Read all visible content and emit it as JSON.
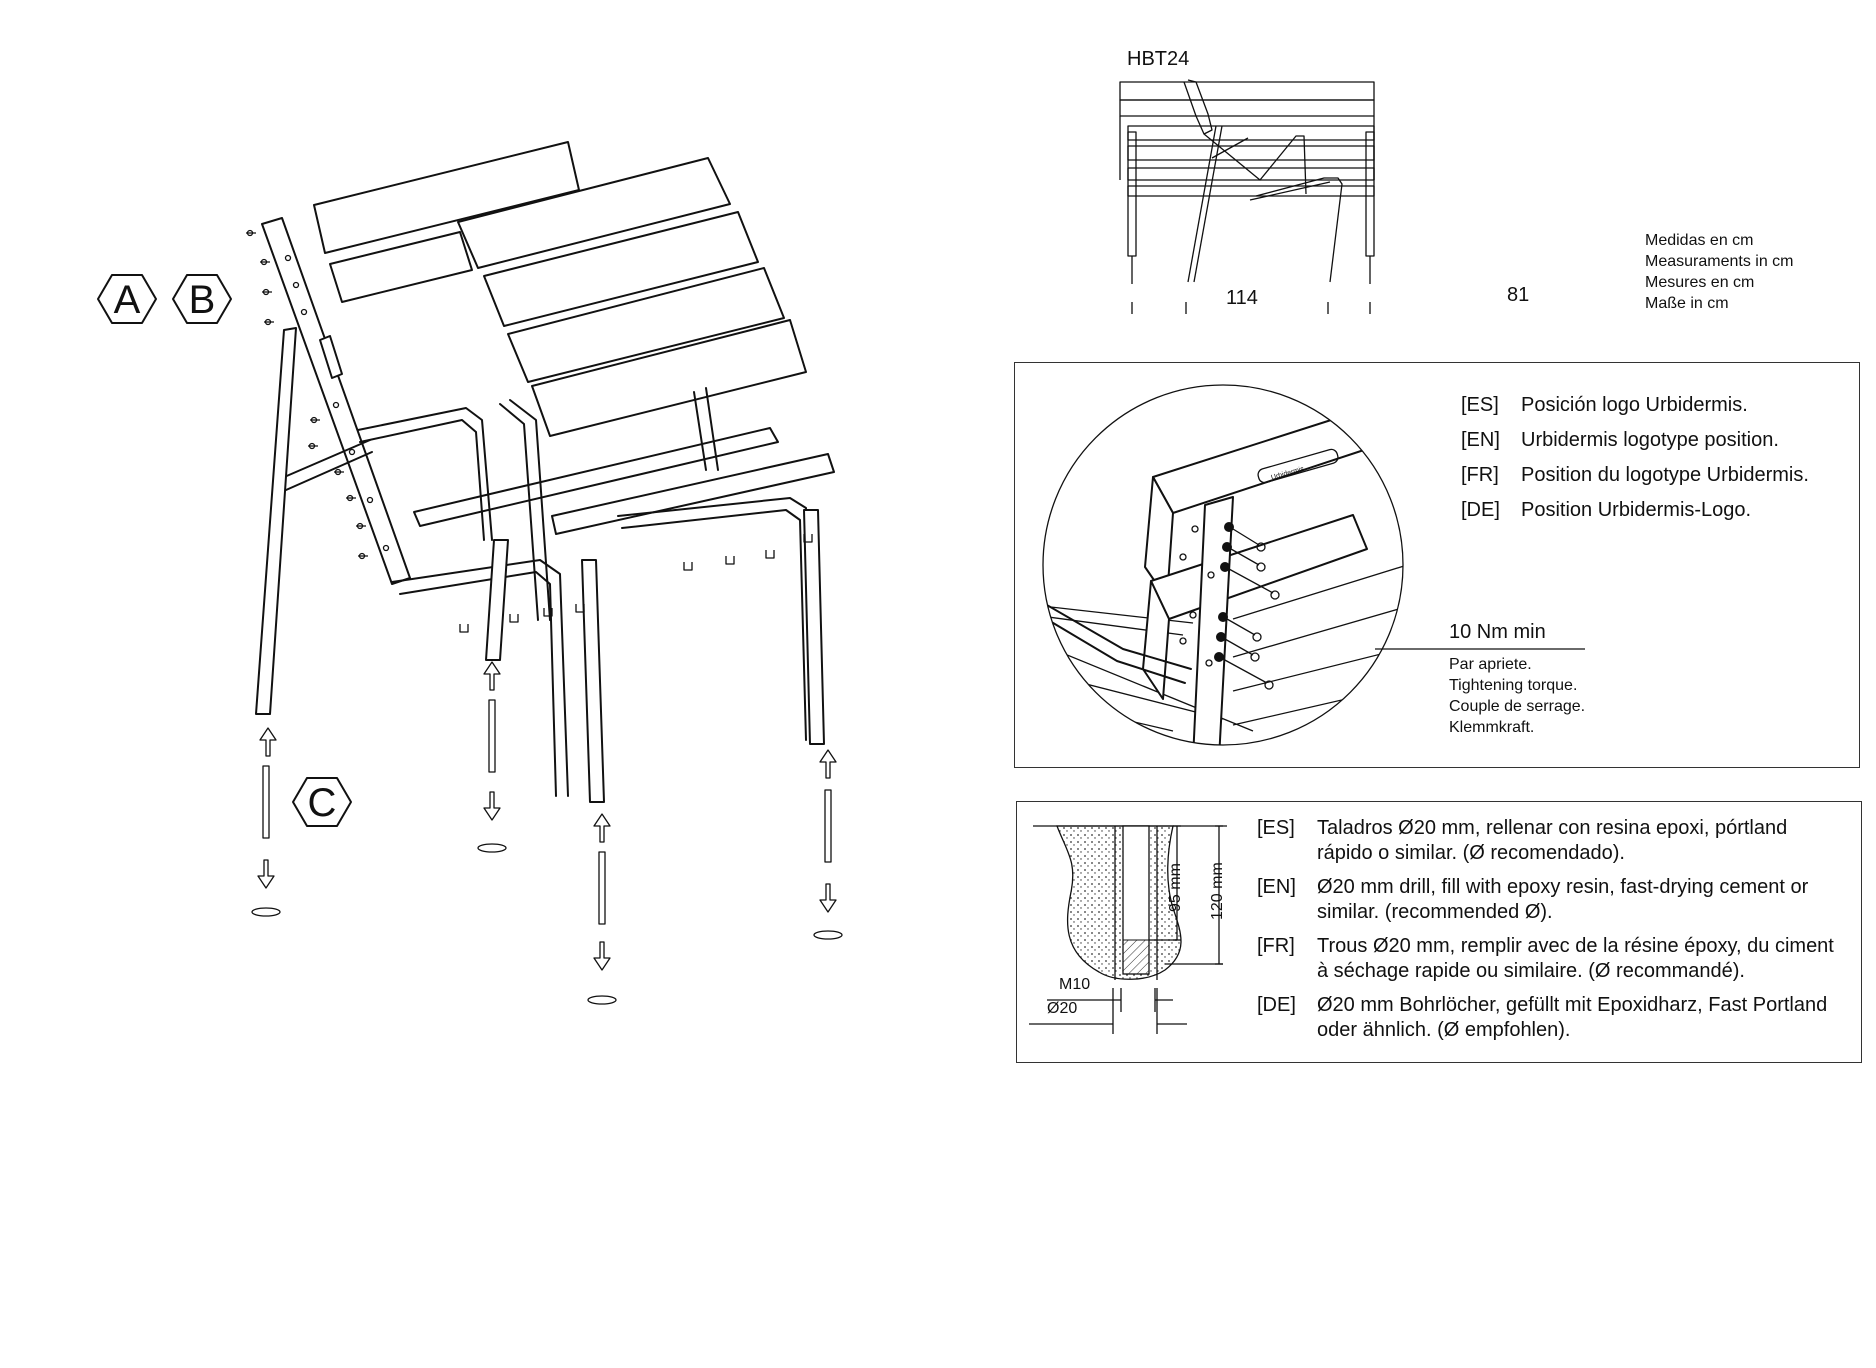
{
  "model": "HBT24",
  "dimensions": {
    "width": "114",
    "depth": "81",
    "units": [
      "Medidas en cm",
      "Measuraments in cm",
      "Mesures en cm",
      "Maße in cm"
    ]
  },
  "labels": {
    "a": "A",
    "b": "B",
    "c": "C"
  },
  "logo_panel": {
    "rows": [
      {
        "code": "[ES]",
        "text": "Posición logo Urbidermis."
      },
      {
        "code": "[EN]",
        "text": "Urbidermis logotype position."
      },
      {
        "code": "[FR]",
        "text": "Position du logotype Urbidermis."
      },
      {
        "code": "[DE]",
        "text": "Position Urbidermis-Logo."
      }
    ],
    "torque_title": "10 Nm min",
    "torque_lines": [
      "Par apriete.",
      "Tightening torque.",
      "Couple de serrage.",
      "Klemmkraft."
    ]
  },
  "anchor_panel": {
    "depth_inner": "95 mm",
    "depth_outer": "120 mm",
    "bolt": "M10",
    "hole": "Ø20",
    "rows": [
      {
        "code": "[ES]",
        "text": "Taladros Ø20 mm, rellenar con resina epoxi, pórtland rápido o similar. (Ø recomendado)."
      },
      {
        "code": "[EN]",
        "text": "Ø20 mm drill, fill with epoxy resin, fast-drying cement or similar. (recommended Ø)."
      },
      {
        "code": "[FR]",
        "text": "Trous Ø20 mm, remplir avec de la résine époxy, du ciment à séchage rapide ou similaire. (Ø recommandé)."
      },
      {
        "code": "[DE]",
        "text": "Ø20 mm Bohrlöcher, gefüllt mit Epoxidharz, Fast Portland oder ähnlich. (Ø empfohlen)."
      }
    ]
  }
}
